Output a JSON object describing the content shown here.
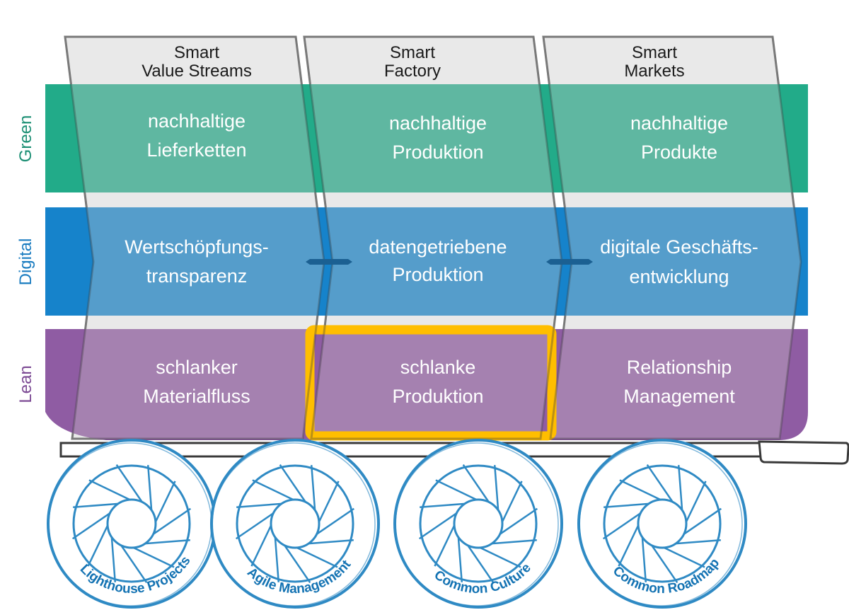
{
  "columns": [
    {
      "id": "value-streams",
      "title_lines": [
        "Smart",
        "Value Streams"
      ]
    },
    {
      "id": "factory",
      "title_lines": [
        "Smart",
        "Factory"
      ]
    },
    {
      "id": "markets",
      "title_lines": [
        "Smart",
        "Markets"
      ]
    }
  ],
  "rows": [
    {
      "id": "green",
      "label": "Green",
      "colors": {
        "band": "#22ab89",
        "cell": "#5fb7a1",
        "label": "#1a8e73"
      },
      "cells": [
        {
          "lines": [
            "nachhaltige",
            "Lieferketten"
          ]
        },
        {
          "lines": [
            "nachhaltige",
            "Produktion"
          ]
        },
        {
          "lines": [
            "nachhaltige",
            "Produkte"
          ]
        }
      ]
    },
    {
      "id": "digital",
      "label": "Digital",
      "colors": {
        "band": "#1683cb",
        "cell": "#559dcb",
        "label": "#1a7cc0"
      },
      "cells": [
        {
          "lines": [
            "Wertschöpfungs-",
            "transparenz"
          ]
        },
        {
          "lines": [
            "datengetriebene",
            "Produktion"
          ]
        },
        {
          "lines": [
            "digitale Geschäfts-",
            "entwicklung"
          ]
        }
      ]
    },
    {
      "id": "lean",
      "label": "Lean",
      "colors": {
        "band": "#8f5ca3",
        "cell": "#a581b0",
        "label": "#7c4a94"
      },
      "cells": [
        {
          "lines": [
            "schlanker",
            "Materialfluss"
          ]
        },
        {
          "lines": [
            "schlanke",
            "Produktion"
          ],
          "highlighted": true
        },
        {
          "lines": [
            "Relationship",
            "Management"
          ]
        }
      ]
    }
  ],
  "highlight": {
    "color": "#ffbe00",
    "row": "lean",
    "column": "factory"
  },
  "wheels": [
    {
      "label": "Lighthouse Projects"
    },
    {
      "label": "Agile Management"
    },
    {
      "label": "Common Culture"
    },
    {
      "label": "Common Roadmap"
    }
  ],
  "colors": {
    "column_fill": "#e9e9e9",
    "column_stroke": "#9a9a9a",
    "wheel": "#2f8ac4",
    "chassis": "#3a3a3a"
  }
}
